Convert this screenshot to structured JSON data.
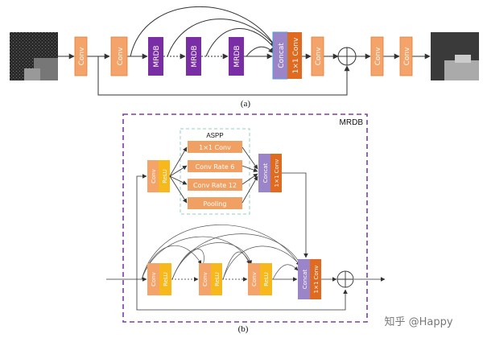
{
  "colors": {
    "conv": "#f4a46a",
    "conv_stroke": "#e07b35",
    "mrdb": "#7a2ea6",
    "concat": "#9b84c7",
    "one_by_one": "#e06a1f",
    "relu": "#f6b81a",
    "aspp_item": "#f0a063",
    "aspp_border": "#8fd0c0",
    "mrdb_border": "#7a3ea8",
    "line": "#333333"
  },
  "panel_a": {
    "caption": "(a)",
    "blocks": {
      "conv1": "Conv",
      "conv2": "Conv",
      "mrdb1": "MRDB",
      "mrdb2": "MRDB",
      "mrdb3": "MRDB",
      "concat": "Concat",
      "one_by_one": "1×1 Conv",
      "conv3": "Conv",
      "conv4": "Conv",
      "conv5": "Conv"
    }
  },
  "panel_b": {
    "caption": "(b)",
    "title": "MRDB",
    "aspp_title": "ASPP",
    "aspp_items": [
      "1×1 Conv",
      "Conv Rate 6",
      "Conv Rate 12",
      "Pooling"
    ],
    "top": {
      "conv": "Conv",
      "relu": "ReLU",
      "concat": "Concat",
      "one_by_one": "1×1 Conv"
    },
    "bottom": {
      "conv1": "Conv",
      "relu1": "ReLU",
      "conv2": "Conv",
      "relu2": "ReLU",
      "conv3": "Conv",
      "relu3": "ReLU",
      "concat": "Concat",
      "one_by_one": "1×1 Conv"
    }
  },
  "watermark": "知乎 @Happy"
}
